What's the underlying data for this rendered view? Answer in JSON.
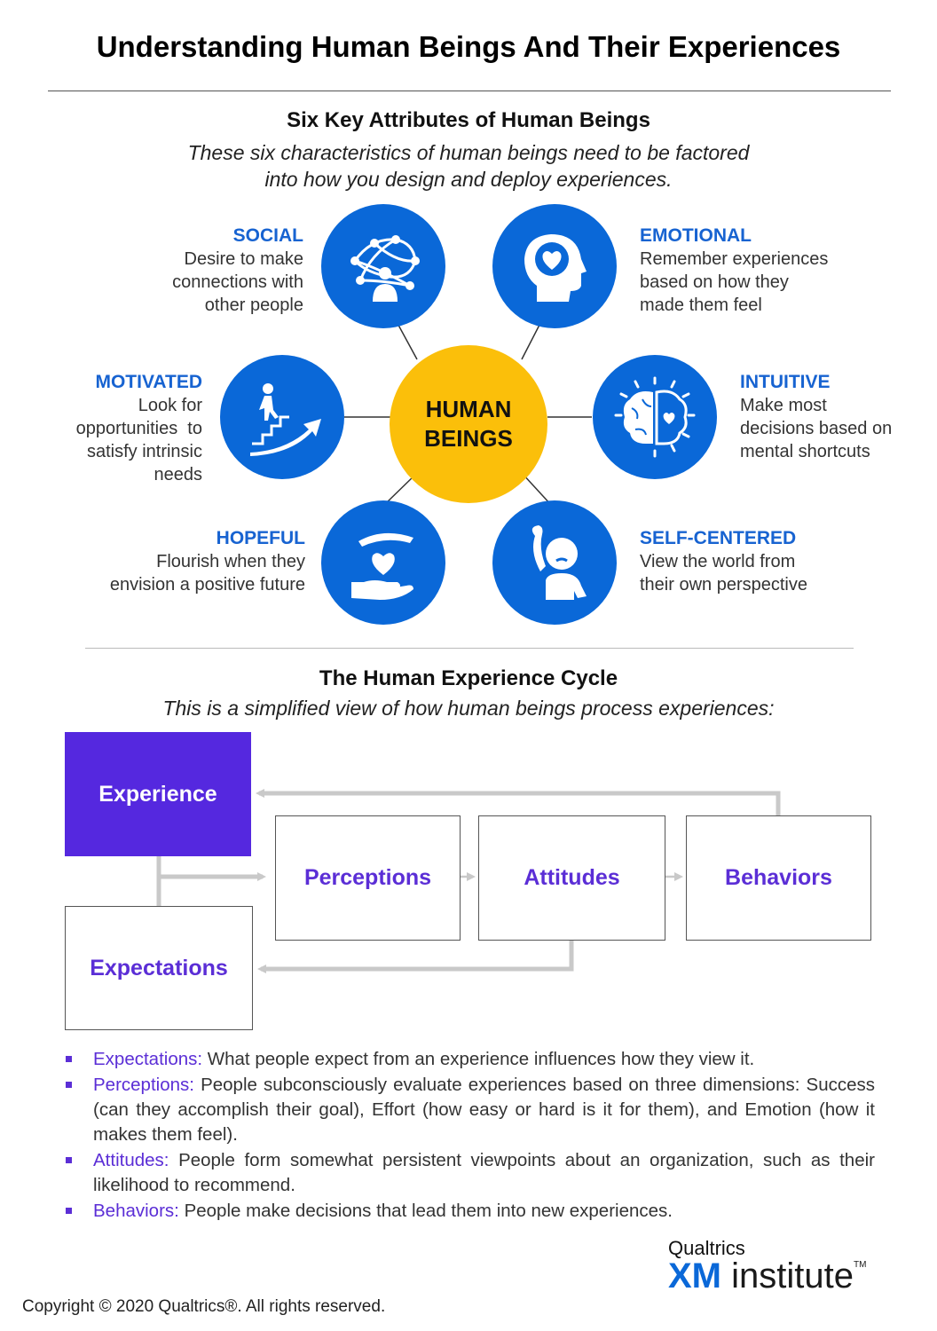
{
  "title": "Understanding Human Beings And Their Experiences",
  "attributes_section": {
    "title": "Six Key Attributes of Human Beings",
    "subtitle_line1": "These six characteristics of human beings need to be factored",
    "subtitle_line2": "into how you design and deploy experiences.",
    "hub_line1": "HUMAN",
    "hub_line2": "BEINGS",
    "social": {
      "name": "SOCIAL",
      "l1": "Desire to make",
      "l2": "connections with",
      "l3": "other people",
      "icon": "network-person-icon"
    },
    "emotional": {
      "name": "EMOTIONAL",
      "l1": "Remember experiences",
      "l2": "based on how they",
      "l3": "made them feel",
      "icon": "head-heart-icon"
    },
    "motivated": {
      "name": "MOTIVATED",
      "l1": "Look for",
      "l2": "opportunities  to",
      "l3": "satisfy intrinsic",
      "l4": "needs",
      "icon": "stairs-climb-icon"
    },
    "intuitive": {
      "name": "INTUITIVE",
      "l1": "Make most",
      "l2": "decisions based on",
      "l3": "mental shortcuts",
      "icon": "brain-heart-icon"
    },
    "hopeful": {
      "name": "HOPEFUL",
      "l1": "Flourish when they",
      "l2": "envision a positive future",
      "icon": "hands-heart-icon"
    },
    "selfcentered": {
      "name": "SELF-CENTERED",
      "l1": "View the world from",
      "l2": "their own perspective",
      "icon": "thinking-person-icon"
    }
  },
  "cycle_section": {
    "title": "The Human Experience Cycle",
    "subtitle": "This is a simplified view of how human beings process experiences:",
    "boxes": {
      "experience": "Experience",
      "perceptions": "Perceptions",
      "attitudes": "Attitudes",
      "behaviors": "Behaviors",
      "expectations": "Expectations"
    },
    "colors": {
      "experience_fill": "#5528df",
      "label_purple": "#5b2ed6",
      "arrow_gray": "#c9c9c9"
    }
  },
  "bullets": [
    {
      "term": "Expectations",
      "text": "What people expect from an experience influences how they view it."
    },
    {
      "term": "Perceptions",
      "text": "People subconsciously evaluate experiences based on three dimensions: Success (can they accomplish their goal), Effort (how easy or hard is it for them), and Emotion (how it makes them feel)."
    },
    {
      "term": "Attitudes",
      "text": "People form somewhat persistent viewpoints about an organization, such as their likelihood to recommend."
    },
    {
      "term": "Behaviors",
      "text": "People make decisions that lead them into new experiences."
    }
  ],
  "logo": {
    "top": "Qualtrics",
    "xm": "XM",
    "word": "institute",
    "tm": "TM"
  },
  "copyright": "Copyright © 2020 Qualtrics®.  All rights reserved.",
  "colors": {
    "blue": "#0a68d8",
    "attr_blue": "#1763d1",
    "hub_yellow": "#fbbf0a"
  }
}
